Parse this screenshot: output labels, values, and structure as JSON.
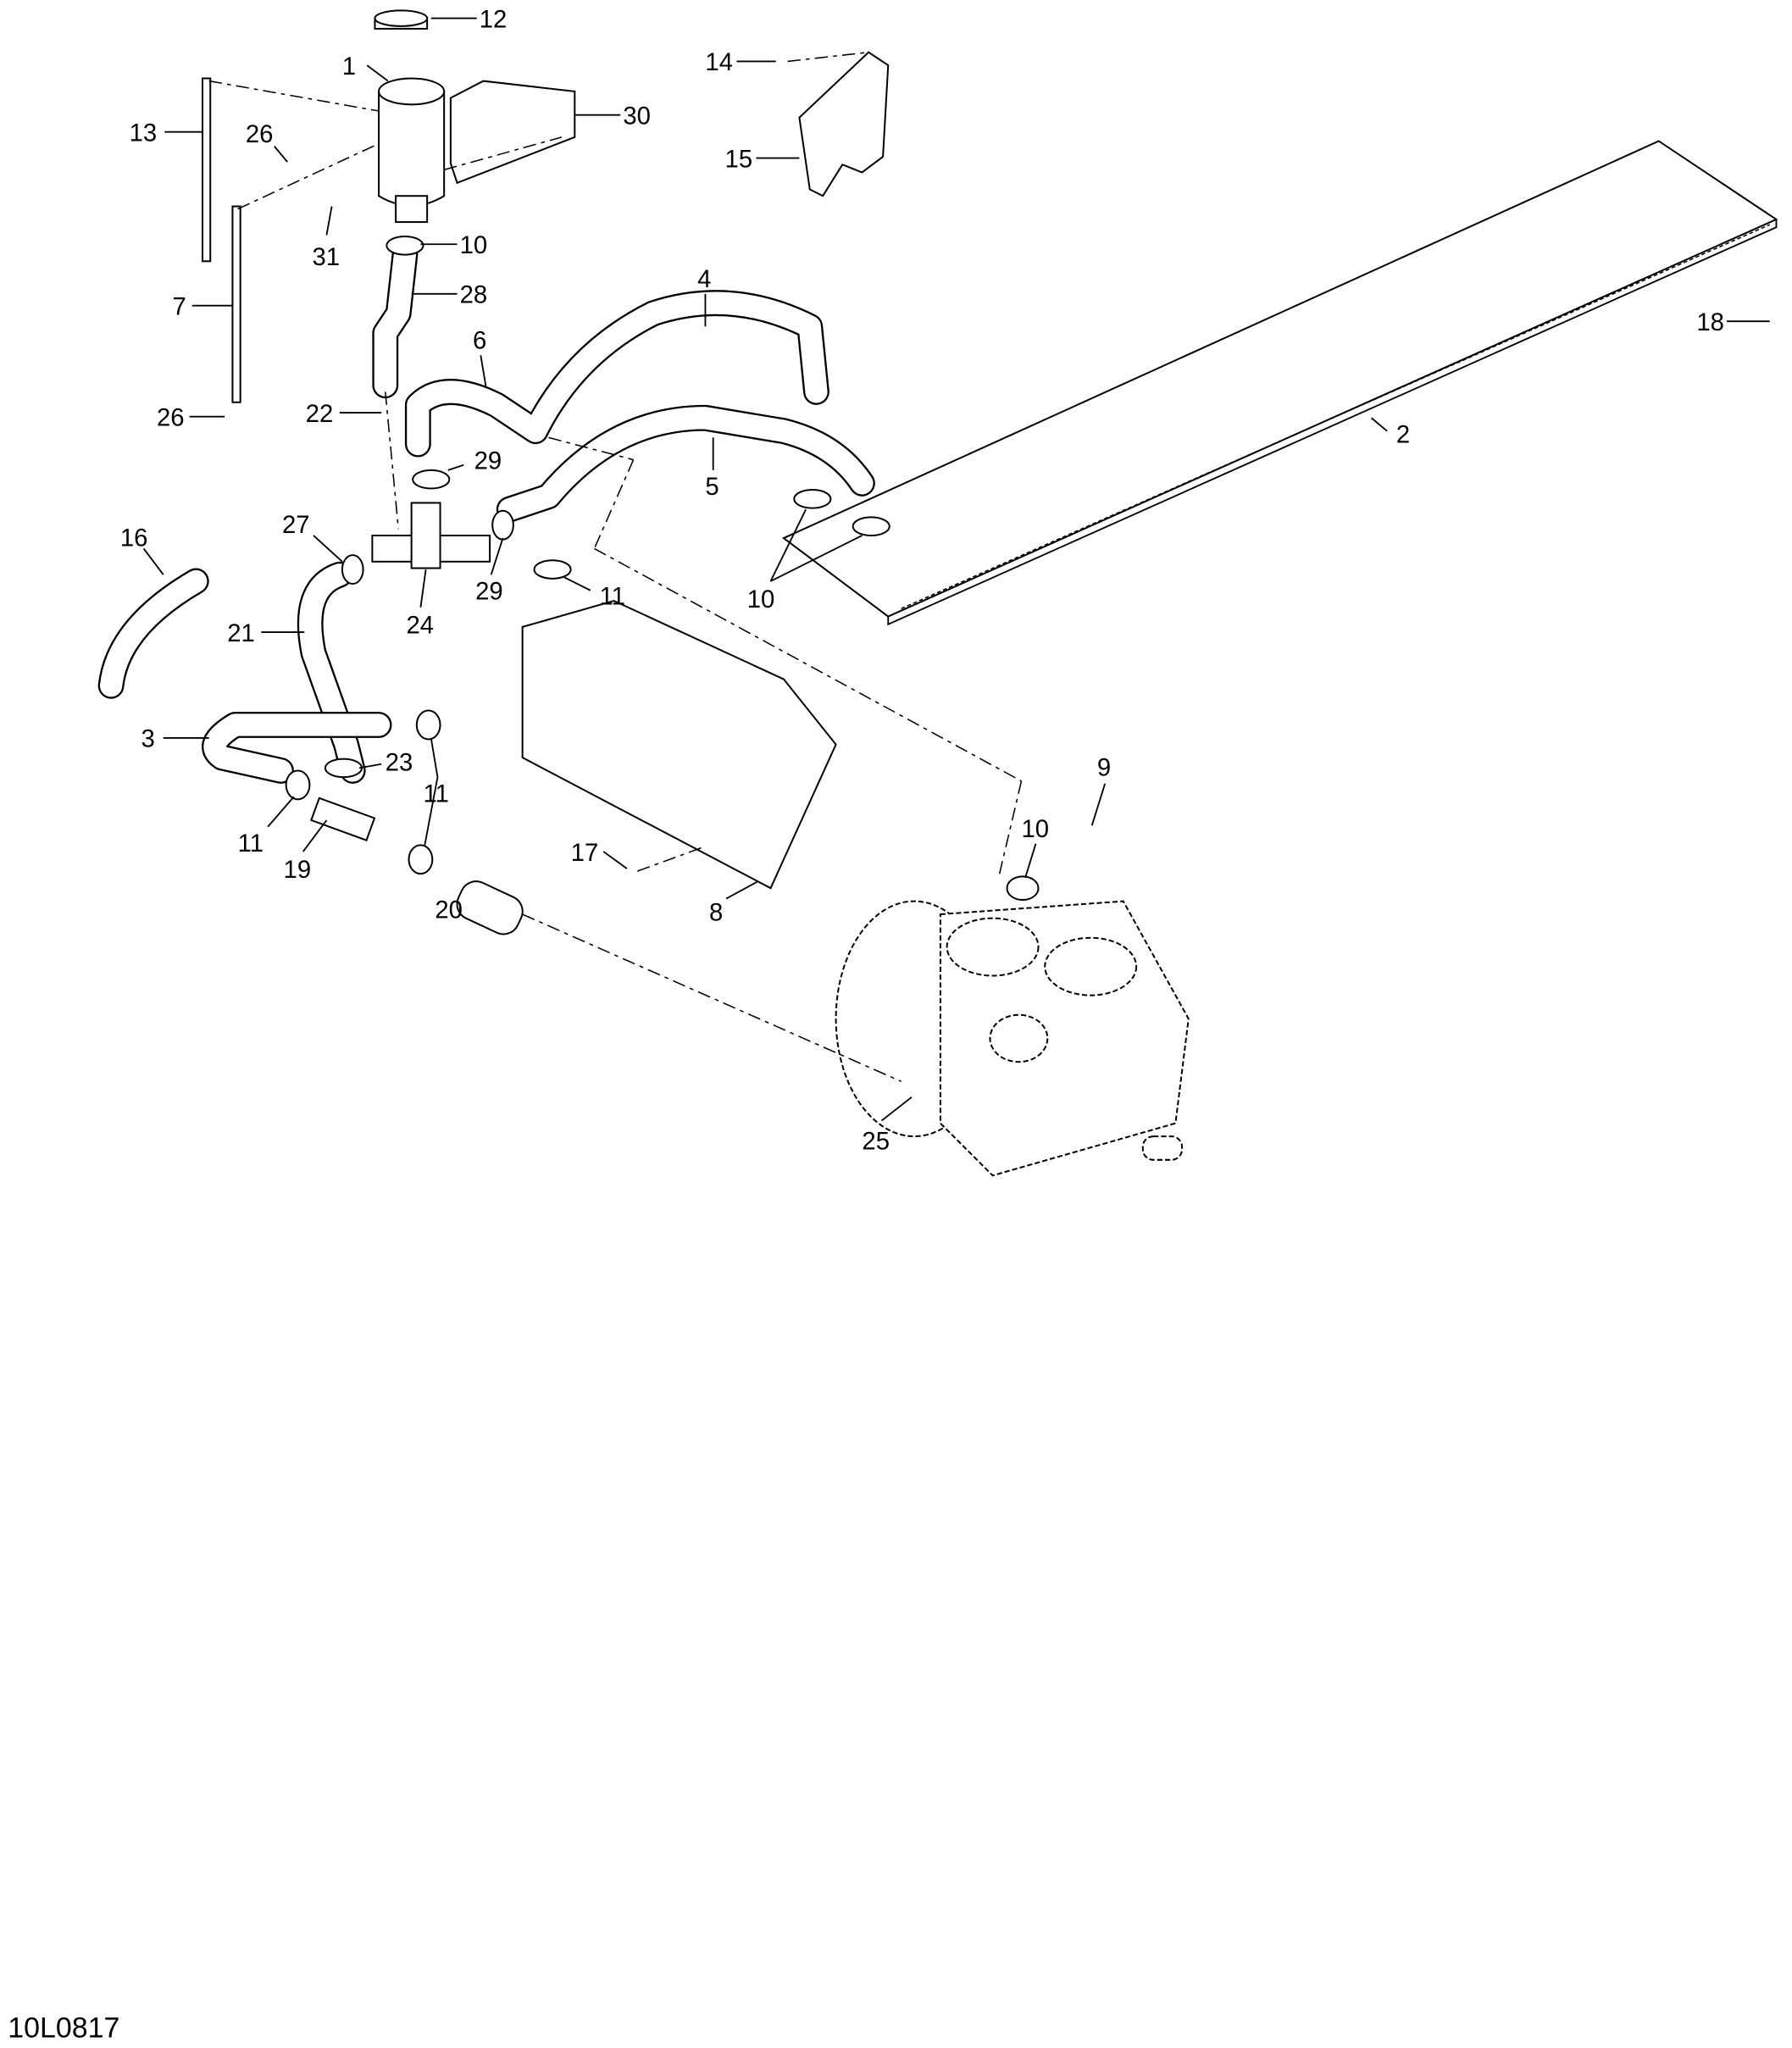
{
  "diagram": {
    "reference_code": "10L0817",
    "callouts": [
      "12",
      "1",
      "13",
      "26",
      "30",
      "31",
      "10",
      "28",
      "7",
      "4",
      "6",
      "18",
      "2",
      "26",
      "22",
      "29",
      "5",
      "16",
      "27",
      "29",
      "11",
      "10",
      "24",
      "21",
      "3",
      "23",
      "11",
      "11",
      "19",
      "17",
      "9",
      "10",
      "8",
      "20",
      "25",
      "14",
      "15"
    ]
  }
}
